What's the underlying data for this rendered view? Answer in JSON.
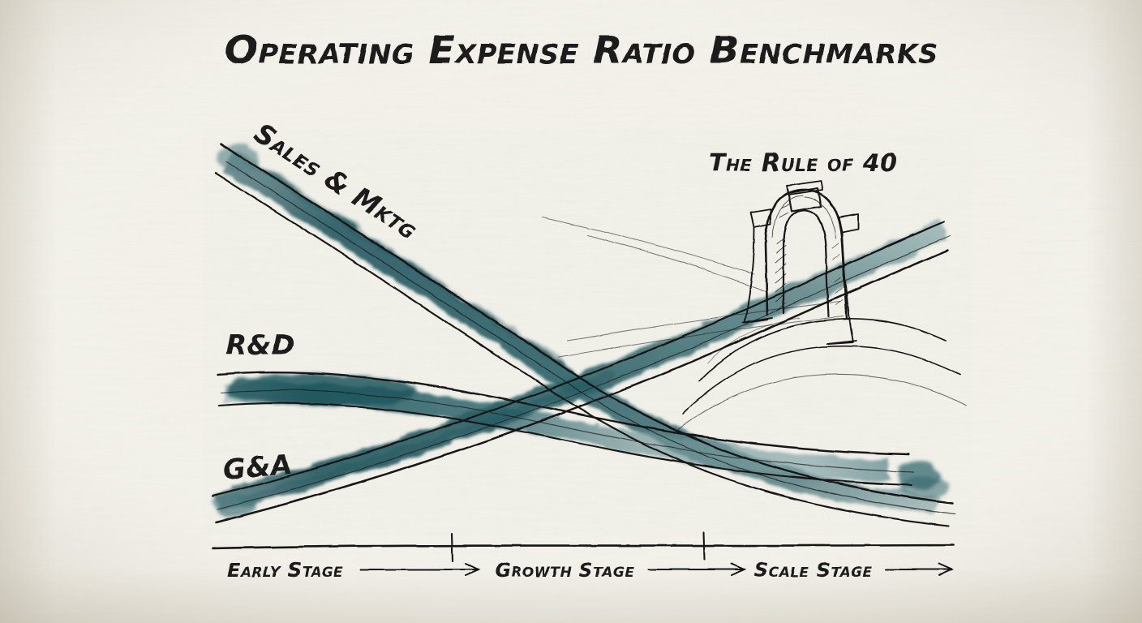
{
  "meta": {
    "medium": "hand-drawn ink and watercolor sketch on cream paper",
    "paper_color": "#f6f4ed",
    "ink_color": "#1b1b1b",
    "wash_dark": "#2e5f66",
    "wash_mid": "#4a7b81",
    "wash_light": "#8fb0b2"
  },
  "title": "Operating Expense Ratio Benchmarks",
  "annotation": {
    "rule_label": "The Rule of 40",
    "icon_name": "archway-sketch"
  },
  "series_labels": {
    "sales": "Sales & Mktg",
    "rnd": "R&D",
    "gna": "G&A"
  },
  "axis": {
    "stages": [
      {
        "label": "Early Stage"
      },
      {
        "label": "Growth Stage"
      },
      {
        "label": "Scale Stage"
      }
    ]
  },
  "chart_data": {
    "type": "line",
    "title": "Operating Expense Ratio Benchmarks",
    "xlabel": "",
    "ylabel": "",
    "grid": false,
    "legend": "inline-labels",
    "categories": [
      "Early Stage",
      "Growth Stage",
      "Scale Stage"
    ],
    "x": [
      0,
      1,
      2
    ],
    "xlim": [
      0,
      2
    ],
    "ylim": [
      0,
      100
    ],
    "annotations": [
      {
        "text": "The Rule of 40",
        "x": 1.62,
        "y": 88,
        "icon": "archway-sketch",
        "note": "archway drawn over the G&A trend line at the scale-stage end"
      }
    ],
    "series": [
      {
        "name": "Sales & Mktg",
        "label_position": "upper-left, rotated along line",
        "values": [
          78,
          42,
          14
        ],
        "trend": "steeply decreasing",
        "color": "#2e5f66"
      },
      {
        "name": "R&D",
        "label_position": "mid-left above line",
        "values": [
          40,
          33,
          22
        ],
        "trend": "gently decreasing",
        "color": "#4a7b81"
      },
      {
        "name": "G&A",
        "label_position": "lower-left above line",
        "values": [
          11,
          42,
          72
        ],
        "trend": "increasing",
        "color": "#2e5f66"
      }
    ]
  }
}
